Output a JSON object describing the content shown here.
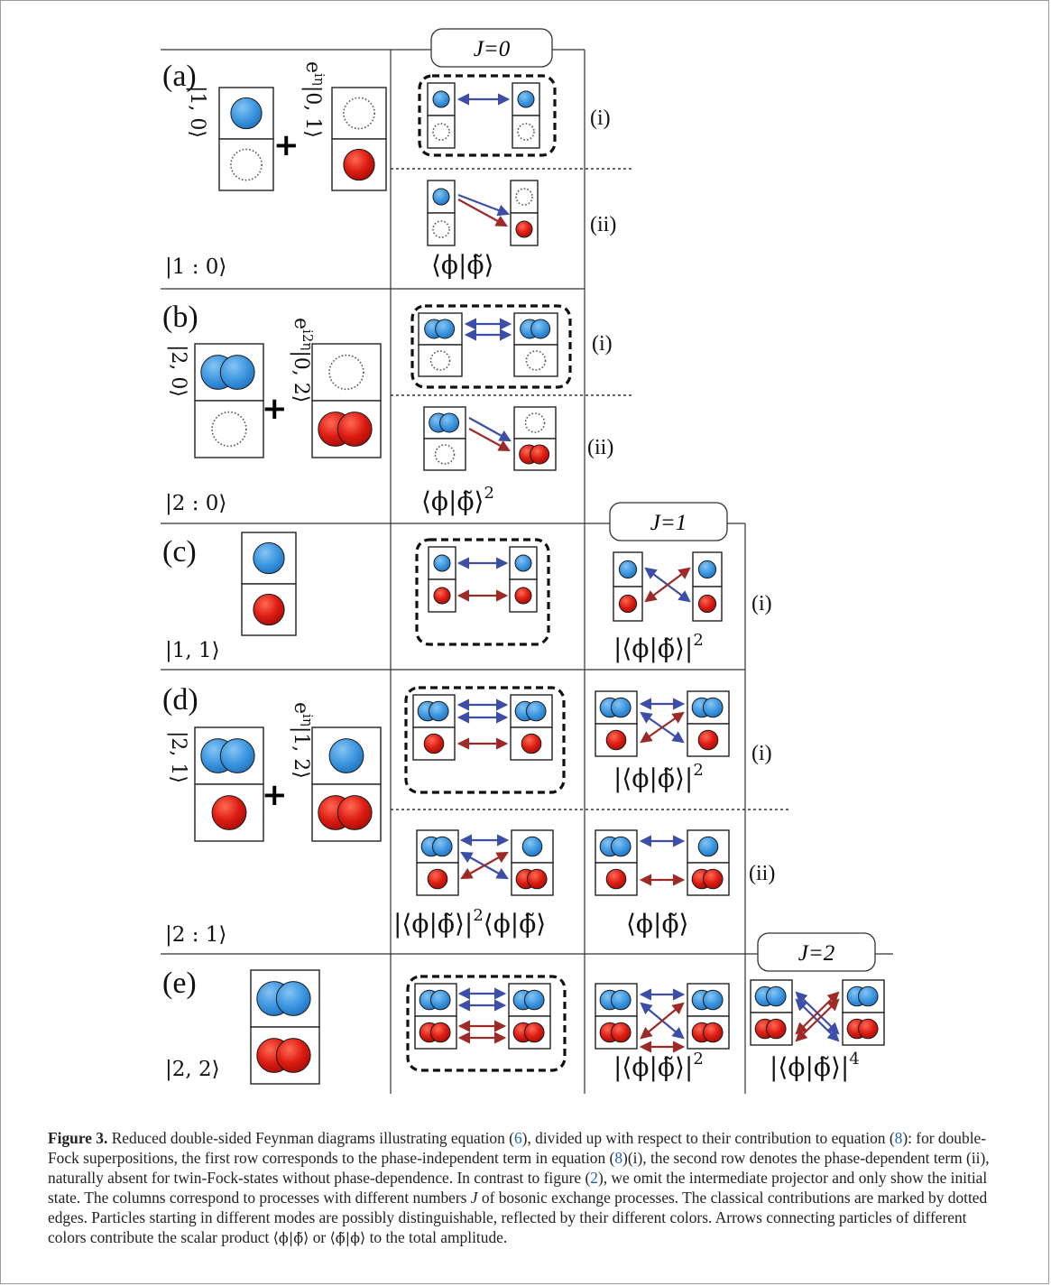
{
  "j_labels": {
    "j0": "J=0",
    "j1": "J=1",
    "j2": "J=2"
  },
  "row_labels": {
    "a": "(a)",
    "b": "(b)",
    "c": "(c)",
    "d": "(d)",
    "e": "(e)"
  },
  "term_labels": {
    "i": "(i)",
    "ii": "(ii)"
  },
  "state_labels": {
    "a_main": "|1 : 0⟩",
    "a_left": "|1, 0⟩",
    "a_right": "|0, 1⟩",
    "a_phase": "e",
    "b_main": "|2 : 0⟩",
    "b_left": "|2, 0⟩",
    "b_right": "|0, 2⟩",
    "b_phase": "e",
    "c_main": "|1, 1⟩",
    "d_main": "|2 : 1⟩",
    "d_left": "|2, 1⟩",
    "d_right": "|1, 2⟩",
    "d_phase": "e",
    "e_main": "|2, 2⟩"
  },
  "phase_exponents": {
    "a": "iη",
    "b": "i2η",
    "d": "iη"
  },
  "amplitudes": {
    "a_ii": "⟨ϕ|ϕ̃⟩",
    "b_ii": "⟨ϕ|ϕ̃⟩",
    "b_ii_power": "2",
    "c_j1": "|⟨ϕ|ϕ̃⟩|",
    "c_j1_power": "2",
    "d_j1_i": "|⟨ϕ|ϕ̃⟩|",
    "d_j1_i_power": "2",
    "d_j0_ii": "|⟨ϕ|ϕ̃⟩|",
    "d_j0_ii_power": "2",
    "d_j0_ii_tail": "⟨ϕ|ϕ̃⟩",
    "d_j1_ii": "⟨ϕ|ϕ̃⟩",
    "e_j1": "|⟨ϕ|ϕ̃⟩|",
    "e_j1_power": "2",
    "e_j2": "|⟨ϕ|ϕ̃⟩|",
    "e_j2_power": "4"
  },
  "colors": {
    "blue": "#3d97e0",
    "red": "#dc1c12",
    "blue_arrow": "#3c4ea8",
    "red_arrow": "#9e2a27"
  },
  "caption": {
    "figure_label": "Figure 3.",
    "p1": "Reduced double-sided Feynman diagrams illustrating equation (",
    "ref6": "6",
    "p2": "), divided up with respect to their contribution to equation (",
    "ref8a": "8",
    "p3": "): for double-Fock superpositions, the first row corresponds to the phase-independent term in equation (",
    "ref8b": "8",
    "p4": ")(i), the second row denotes the phase-dependent term (ii), naturally absent for twin-Fock-states without phase-dependence. In contrast to figure (",
    "ref2": "2",
    "p5": "), we omit the intermediate projector and only show the initial state. The columns correspond to processes with different numbers ",
    "J": "J",
    "p6": " of bosonic exchange processes. The classical contributions are marked by dotted edges. Particles starting in different modes are possibly distinguishable, reflected by their different colors. Arrows connecting particles of different colors contribute the scalar product ",
    "sp1": "⟨ϕ|ϕ̃⟩",
    "p7": " or ",
    "sp2": "⟨ϕ̃|ϕ⟩",
    "p8": " to the total amplitude."
  }
}
